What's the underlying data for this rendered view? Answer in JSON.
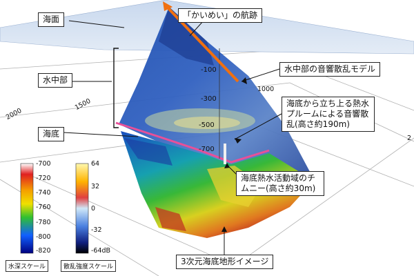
{
  "callouts": {
    "sea_surface": "海面",
    "ship_track": "「かいめい」の航跡",
    "mid_water": "水中部",
    "acoustic_model": "水中部の音響散乱モデル",
    "plume": "海底から立ち上る熱水プルームによる音響散乱(高さ約190m)",
    "seafloor": "海底",
    "chimney": "海底熱水活動域のチムニー(高さ約30m)",
    "terrain": "3次元海底地形イメージ"
  },
  "depth_ticks": [
    "-100",
    "-300",
    "-500",
    "-700"
  ],
  "axis_ticks": [
    "2000",
    "1500",
    "1000",
    "2"
  ],
  "depth_scale": {
    "label": "水深スケール",
    "values": [
      "-700",
      "-720",
      "-740",
      "-760",
      "-780",
      "-800",
      "-820"
    ],
    "colors": [
      "#ffffff",
      "#e02020",
      "#f5a000",
      "#f0e000",
      "#30c030",
      "#1060ff",
      "#000080"
    ]
  },
  "scatter_scale": {
    "label": "散乱強度スケール",
    "values": [
      "64",
      "32",
      "0",
      "-32",
      "-64dB"
    ],
    "colors": [
      "#fff8b0",
      "#ffb400",
      "#e04040",
      "#d0e8f8",
      "#4a80e0",
      "#102080",
      "#000000"
    ]
  }
}
